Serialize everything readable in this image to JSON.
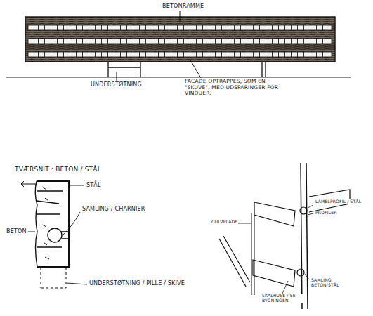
{
  "diagram": {
    "labels": [
      "BETONRAMME",
      "UNDERSTØTNING",
      "FACADE OPTRAPPES, SOM EN \"SKUVE\", MED UDSPARINGER FOR VINDUER.",
      "TVÆRSNIT : BETON / STÅL",
      "STÅL",
      "SAMLING / CHARNIER",
      "BETON",
      "UNDERSTØTNING / PILLE / SKIVE",
      "LAMELPROFIL / STÅL",
      "PROFILER",
      "GULVPLADE",
      "SAMLING BETON/STÅL",
      "SKALHUSE / SE BYGNINGEN"
    ]
  }
}
